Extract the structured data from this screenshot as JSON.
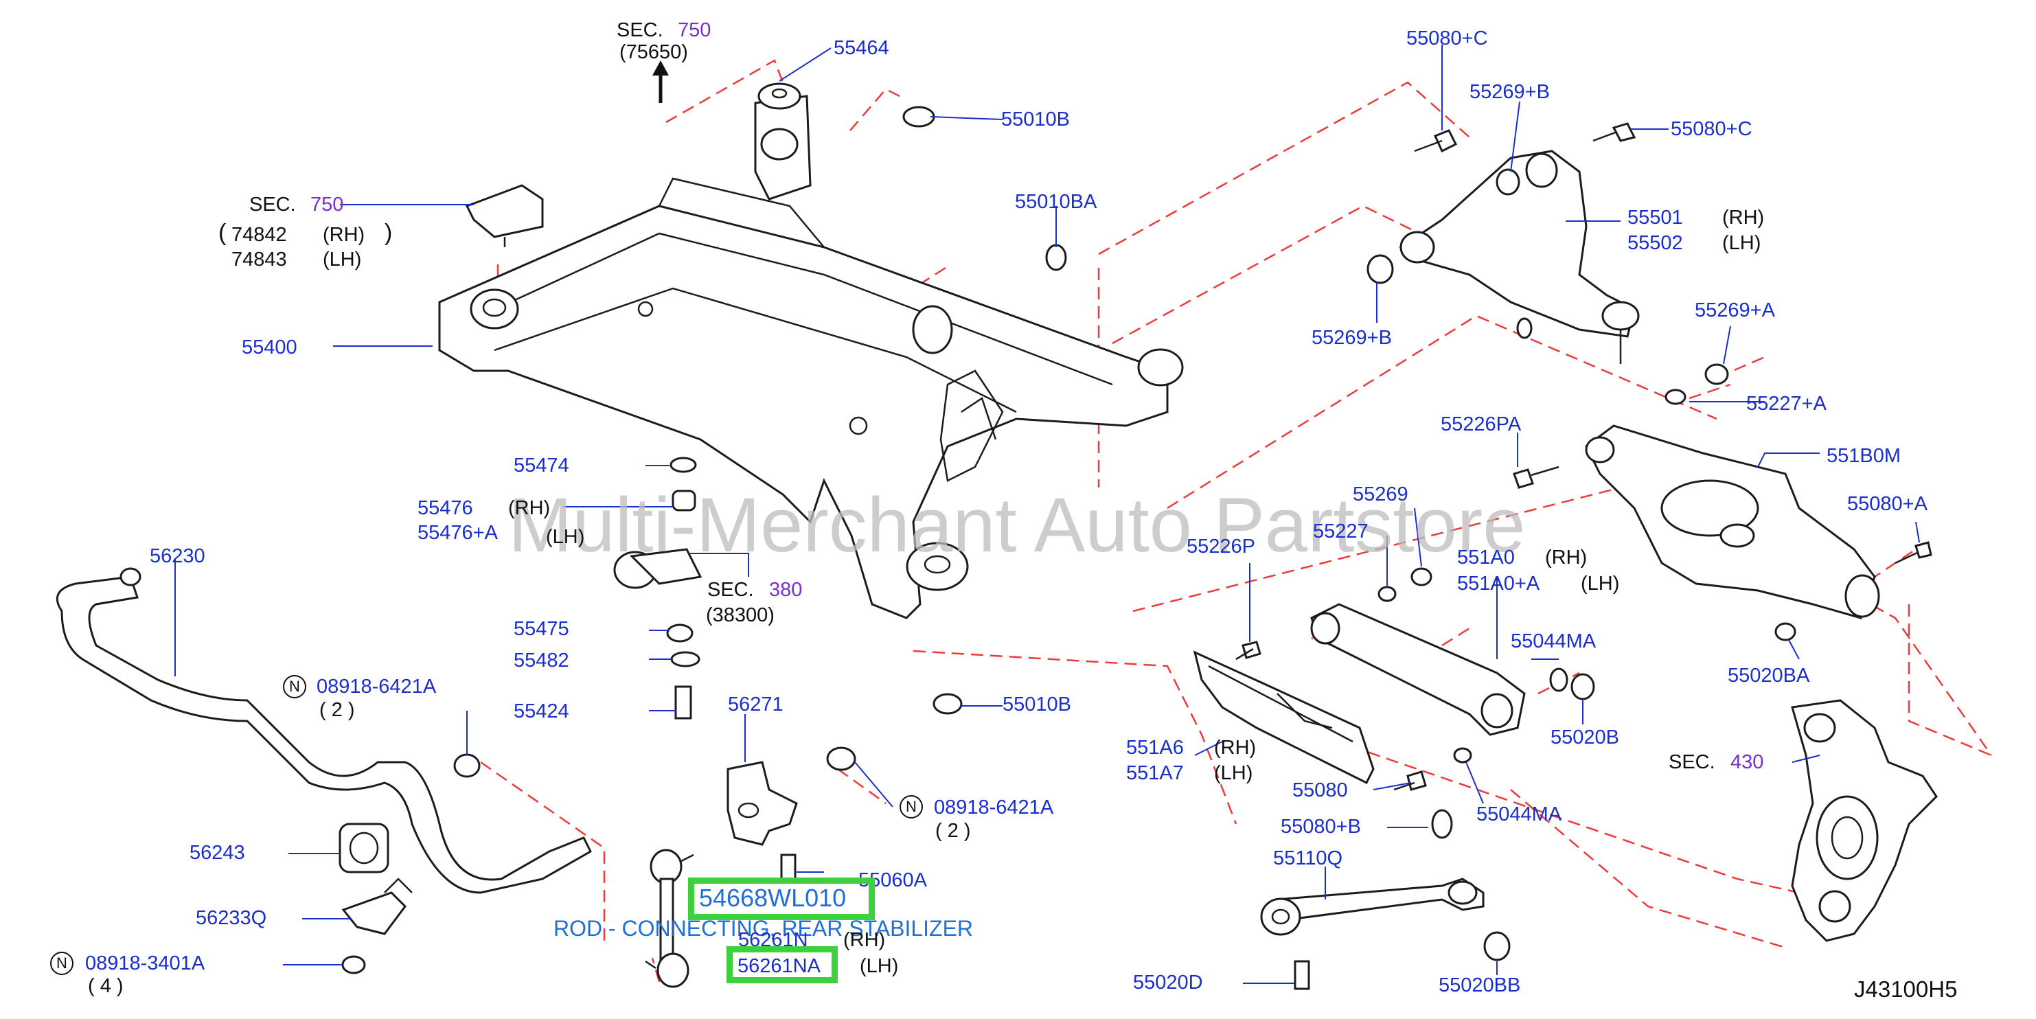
{
  "watermark": "Multi-Merchant Auto Partstore",
  "diagram_id": "J43100H5",
  "highlight": {
    "part_number": "54668WL010",
    "description": "ROD - CONNECTING, REAR STABILIZER",
    "alt_part": "56261NA"
  },
  "sections": {
    "sec750_top": {
      "prefix": "SEC.",
      "num": "750",
      "ref": "(75650)"
    },
    "sec750_left": {
      "prefix": "SEC.",
      "num": "750"
    },
    "sec380": {
      "prefix": "SEC.",
      "num": "380",
      "ref": "(38300)"
    },
    "sec430": {
      "prefix": "SEC.",
      "num": "430"
    }
  },
  "labels": {
    "p55464": "55464",
    "p55010B_top": "55010B",
    "p74842": "74842",
    "p74843": "74843",
    "rh": "(RH)",
    "lh": "(LH)",
    "p55400": "55400",
    "p55010BA": "55010BA",
    "p55474": "55474",
    "p55476": "55476",
    "p55476A": "55476+A",
    "p55475": "55475",
    "p55482": "55482",
    "p55424": "55424",
    "p56230": "56230",
    "p08918_6421A_a": "08918-6421A",
    "qty2_a": "( 2 )",
    "p56271": "56271",
    "p08918_6421A_b": "08918-6421A",
    "qty2_b": "( 2 )",
    "p55010B_bottom": "55010B",
    "p56243": "56243",
    "p56233Q": "56233Q",
    "p08918_3401A": "08918-3401A",
    "qty4": "( 4 )",
    "p55060A": "55060A",
    "p56261N": "56261N",
    "p55080C_a": "55080+C",
    "p55269B_a": "55269+B",
    "p55080C_b": "55080+C",
    "p55501": "55501",
    "p55502": "55502",
    "p55269B_b": "55269+B",
    "p55269A": "55269+A",
    "p55227A": "55227+A",
    "p55226PA": "55226PA",
    "p551B0M": "551B0M",
    "p55269": "55269",
    "p55227": "55227",
    "p55226P": "55226P",
    "p551A0": "551A0",
    "p551A0A": "551A0+A",
    "p55080A": "55080+A",
    "p55044MA_a": "55044MA",
    "p55020BA": "55020BA",
    "p551A6": "551A6",
    "p551A7": "551A7",
    "p55020B": "55020B",
    "p55080": "55080",
    "p55044MA_b": "55044MA",
    "p55080B": "55080+B",
    "p55110Q": "55110Q",
    "p55020D": "55020D",
    "p55020BB": "55020BB",
    "n_mark": "N"
  },
  "colors": {
    "part_number": "#1a2ecc",
    "section_number": "#7a2fc8",
    "highlight_box": "#3ed13e",
    "dash_line": "#ee3a3a",
    "highlight_text": "#1f6fd6"
  }
}
